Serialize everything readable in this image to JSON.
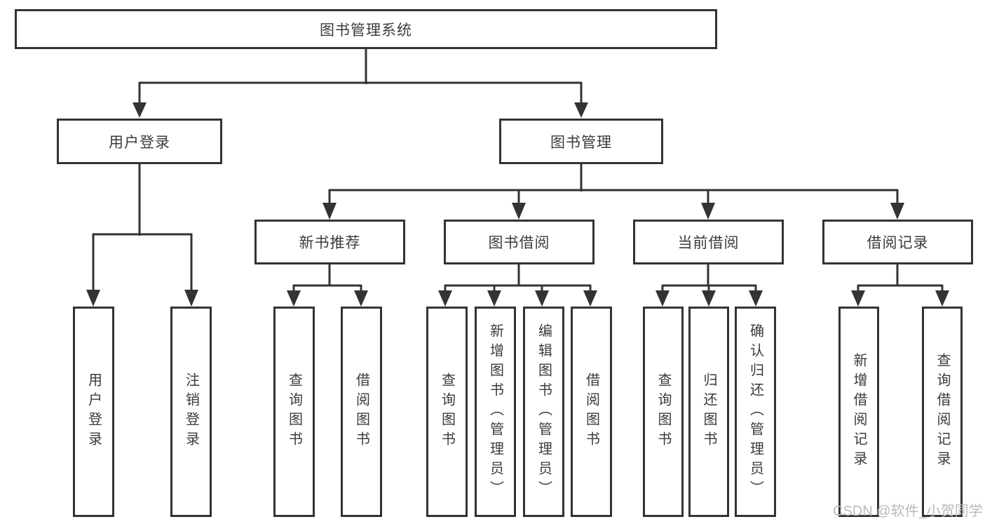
{
  "tree": {
    "label": "图书管理系统",
    "children": [
      {
        "label": "用户登录",
        "children": [
          {
            "label": "用户登录"
          },
          {
            "label": "注销登录"
          }
        ]
      },
      {
        "label": "图书管理",
        "children": [
          {
            "label": "新书推荐",
            "children": [
              {
                "label": "查询图书"
              },
              {
                "label": "借阅图书"
              }
            ]
          },
          {
            "label": "图书借阅",
            "children": [
              {
                "label": "查询图书"
              },
              {
                "label": "新增图书（管理员）"
              },
              {
                "label": "编辑图书（管理员）"
              },
              {
                "label": "借阅图书"
              }
            ]
          },
          {
            "label": "当前借阅",
            "children": [
              {
                "label": "查询图书"
              },
              {
                "label": "归还图书"
              },
              {
                "label": "确认归还（管理员）"
              }
            ]
          },
          {
            "label": "借阅记录",
            "children": [
              {
                "label": "新增借阅记录"
              },
              {
                "label": "查询借阅记录"
              }
            ]
          }
        ]
      }
    ]
  },
  "watermark": {
    "text": "CSDN @软件_小贺同学"
  },
  "colors": {
    "line": "#333333",
    "box_border": "#333333",
    "text": "#3b3b3b",
    "watermark": "#b9b9b9",
    "background": "#ffffff"
  }
}
